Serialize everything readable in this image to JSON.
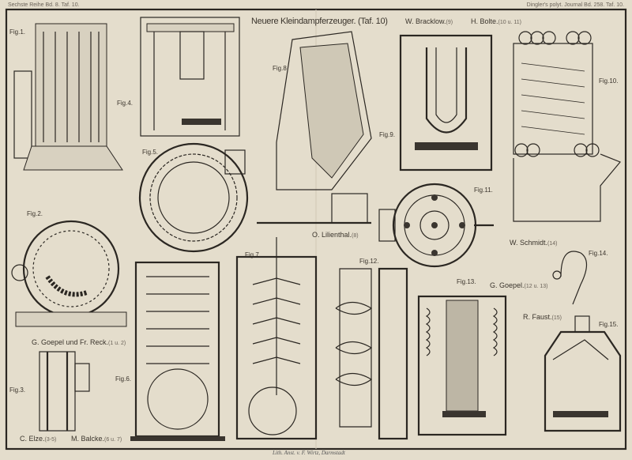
{
  "header": {
    "left": "Sechste Reihe Bd. 8. Taf. 10.",
    "right": "Dingler's polyt. Journal Bd. 258. Taf. 10."
  },
  "title": "Neuere Kleindampferzeuger. (Taf. 10)",
  "authors": [
    {
      "name": "W. Bracklow.",
      "figs": "(9)"
    },
    {
      "name": "H. Bolte.",
      "figs": "(10 u. 11)"
    },
    {
      "name": "O. Lilienthal.",
      "figs": "(8)"
    },
    {
      "name": "W. Schmidt.",
      "figs": "(14)"
    },
    {
      "name": "G. Goepel.",
      "figs": "(12 u. 13)"
    },
    {
      "name": "R. Faust.",
      "figs": "(15)"
    },
    {
      "name": "G. Goepel und Fr. Reck.",
      "figs": "(1 u. 2)"
    },
    {
      "name": "C. Elze.",
      "figs": "(3-5)"
    },
    {
      "name": "M. Balcke.",
      "figs": "(6 u. 7)"
    }
  ],
  "figures": [
    "Fig.1.",
    "Fig.2.",
    "Fig.3.",
    "Fig.4.",
    "Fig.5.",
    "Fig.6.",
    "Fig.7.",
    "Fig.8.",
    "Fig.9.",
    "Fig.10.",
    "Fig.11.",
    "Fig.12.",
    "Fig.13.",
    "Fig.14.",
    "Fig.15."
  ],
  "imprint": "Lith. Anst. v. F. Wirtz, Darmstadt"
}
